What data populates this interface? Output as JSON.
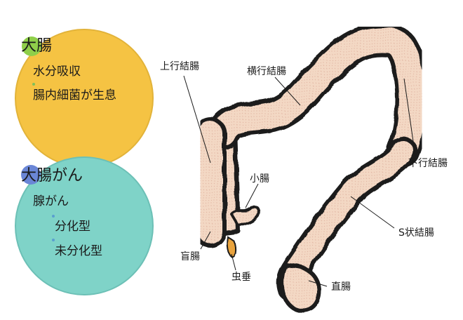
{
  "large_intestine": {
    "title": "大腸",
    "items": [
      "水分吸収",
      "腸内細菌が生息"
    ]
  },
  "colorectal_cancer": {
    "title": "大腸がん",
    "item": "腺がん",
    "subitems": [
      "分化型",
      "未分化型"
    ]
  },
  "labels": {
    "ascending_colon": "上行結腸",
    "transverse_colon": "横行結腸",
    "descending_colon": "下行結腸",
    "small_intestine": "小腸",
    "sigmoid_colon": "S状結腸",
    "cecum": "盲腸",
    "appendix": "虫垂",
    "rectum": "直腸"
  },
  "colors": {
    "yellow_circle": "#f5c343",
    "teal_circle": "#7fd3c8",
    "green_dot": "#8fcf4a",
    "blue_dot": "#6a86d6",
    "intestine_fill": "#f3d8c4",
    "intestine_outline": "#1a1a1a",
    "appendix_fill": "#e9a33d"
  }
}
